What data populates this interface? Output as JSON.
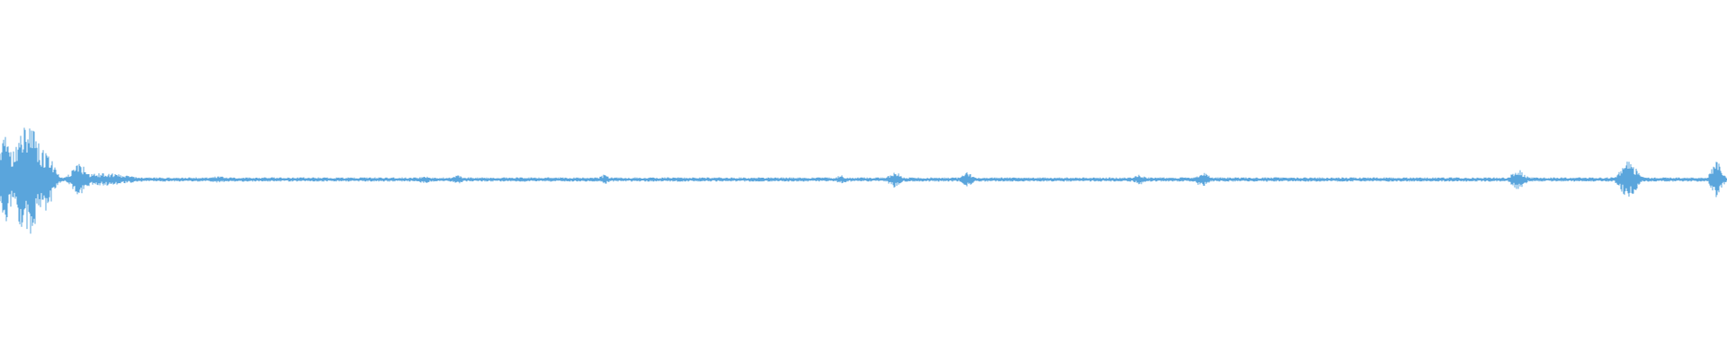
{
  "waveform": {
    "color": "#5aa5dc",
    "baseline_amplitude": 0.03,
    "bursts": [
      {
        "at": 0.003,
        "width": 0.004,
        "amplitude": 0.75
      },
      {
        "at": 0.016,
        "width": 0.01,
        "amplitude": 0.78
      },
      {
        "at": 0.026,
        "width": 0.006,
        "amplitude": 0.45
      },
      {
        "at": 0.046,
        "width": 0.006,
        "amplitude": 0.22
      },
      {
        "at": 0.06,
        "width": 0.02,
        "amplitude": 0.09
      },
      {
        "at": 0.127,
        "width": 0.006,
        "amplitude": 0.05
      },
      {
        "at": 0.246,
        "width": 0.004,
        "amplitude": 0.06
      },
      {
        "at": 0.265,
        "width": 0.004,
        "amplitude": 0.06
      },
      {
        "at": 0.35,
        "width": 0.004,
        "amplitude": 0.07
      },
      {
        "at": 0.487,
        "width": 0.004,
        "amplitude": 0.06
      },
      {
        "at": 0.518,
        "width": 0.004,
        "amplitude": 0.12
      },
      {
        "at": 0.56,
        "width": 0.004,
        "amplitude": 0.1
      },
      {
        "at": 0.66,
        "width": 0.004,
        "amplitude": 0.07
      },
      {
        "at": 0.696,
        "width": 0.005,
        "amplitude": 0.1
      },
      {
        "at": 0.879,
        "width": 0.005,
        "amplitude": 0.14
      },
      {
        "at": 0.943,
        "width": 0.006,
        "amplitude": 0.26
      },
      {
        "at": 0.994,
        "width": 0.004,
        "amplitude": 0.25
      }
    ]
  }
}
